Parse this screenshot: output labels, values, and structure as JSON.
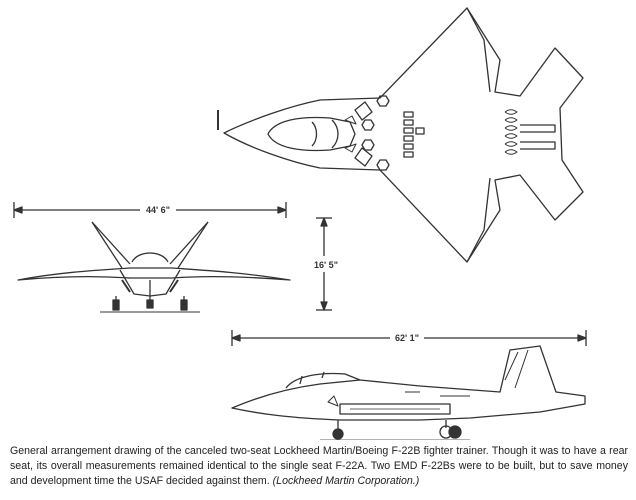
{
  "dimensions": {
    "wingspan": "44' 6\"",
    "height": "16' 5\"",
    "length": "62' 1\""
  },
  "caption": {
    "text": "General arrangement drawing of the canceled two-seat Lockheed Martin/Boeing F-22B fighter trainer. Though it was to have a rear seat, its overall measurements remained identical to the single seat F-22A. Two EMD F-22Bs were to be built, but to save money and development time the USAF decided against them.",
    "credit": "(Lockheed Martin Corporation.)"
  },
  "colors": {
    "line": "#333333",
    "background": "#ffffff"
  }
}
